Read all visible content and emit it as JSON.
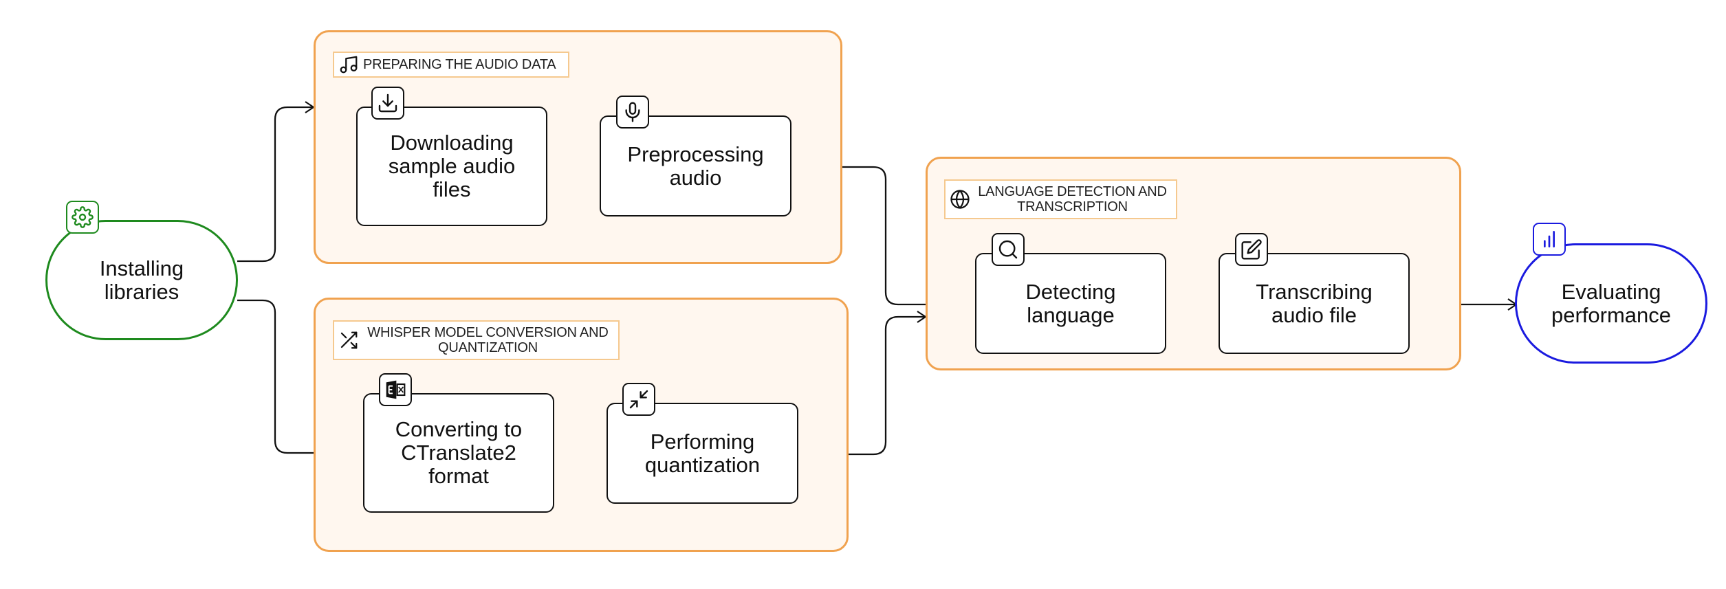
{
  "groups": {
    "audio": {
      "label": "PREPARING THE AUDIO DATA",
      "icon": "music-note-icon"
    },
    "whisper": {
      "label": "WHISPER MODEL CONVERSION AND QUANTIZATION",
      "icon": "shuffle-icon"
    },
    "language": {
      "label": "LANGUAGE DETECTION AND TRANSCRIPTION",
      "icon": "globe-icon"
    }
  },
  "nodes": {
    "install": {
      "label": "Installing libraries",
      "icon": "gear-icon"
    },
    "download": {
      "label": "Downloading sample audio files",
      "icon": "download-icon"
    },
    "preprocess": {
      "label": "Preprocessing audio",
      "icon": "microphone-icon"
    },
    "convert": {
      "label": "Converting to CTranslate2 format",
      "icon": "exchange-logo-icon"
    },
    "quantize": {
      "label": "Performing quantization",
      "icon": "minimize-icon"
    },
    "detect": {
      "label": "Detecting language",
      "icon": "search-icon"
    },
    "transcribe": {
      "label": "Transcribing audio file",
      "icon": "edit-icon"
    },
    "evaluate": {
      "label": "Evaluating performance",
      "icon": "bar-chart-icon"
    }
  },
  "colors": {
    "group_border": "#f0a24f",
    "group_fill": "#fff7ef",
    "start": "#1e8a1e",
    "end": "#1a1adf",
    "node_border": "#111111"
  }
}
